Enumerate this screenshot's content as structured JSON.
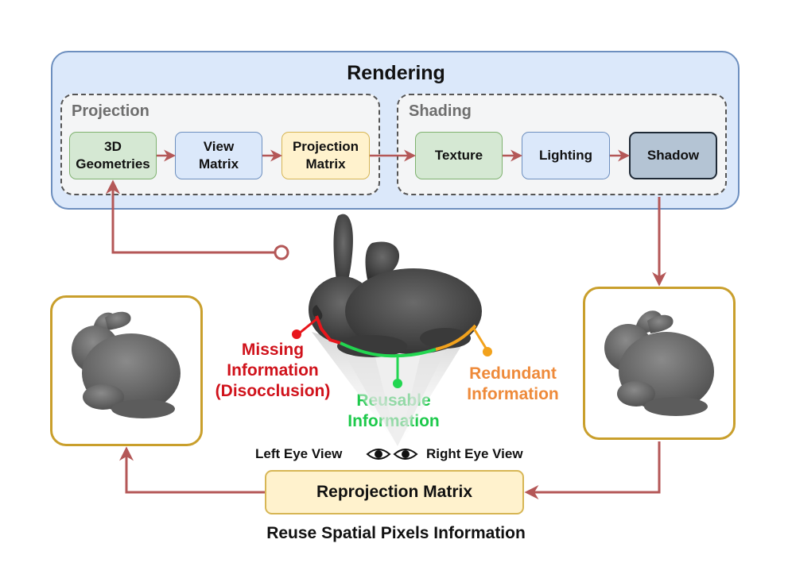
{
  "rendering": {
    "title": "Rendering",
    "projection": {
      "title": "Projection",
      "boxes": [
        {
          "line1": "3D",
          "line2": "Geometries"
        },
        {
          "line1": "View",
          "line2": "Matrix"
        },
        {
          "line1": "Projection",
          "line2": "Matrix"
        }
      ]
    },
    "shading": {
      "title": "Shading",
      "boxes": [
        "Texture",
        "Lighting",
        "Shadow"
      ]
    }
  },
  "annotations": {
    "missing": [
      "Missing",
      "Information",
      "(Disocclusion)"
    ],
    "reusable": [
      "Reusable",
      "Information"
    ],
    "redundant": [
      "Redundant",
      "Information"
    ]
  },
  "eyes": {
    "left": "Left Eye View",
    "right": "Right Eye View"
  },
  "reprojection": {
    "label": "Reprojection Matrix"
  },
  "caption": "Reuse Spatial Pixels Information",
  "colors": {
    "arrow": "#b45757",
    "missing": "#d0121b",
    "reusable": "#1dc94b",
    "redundant": "#ee8a3a",
    "frame": "#c99f2c"
  }
}
